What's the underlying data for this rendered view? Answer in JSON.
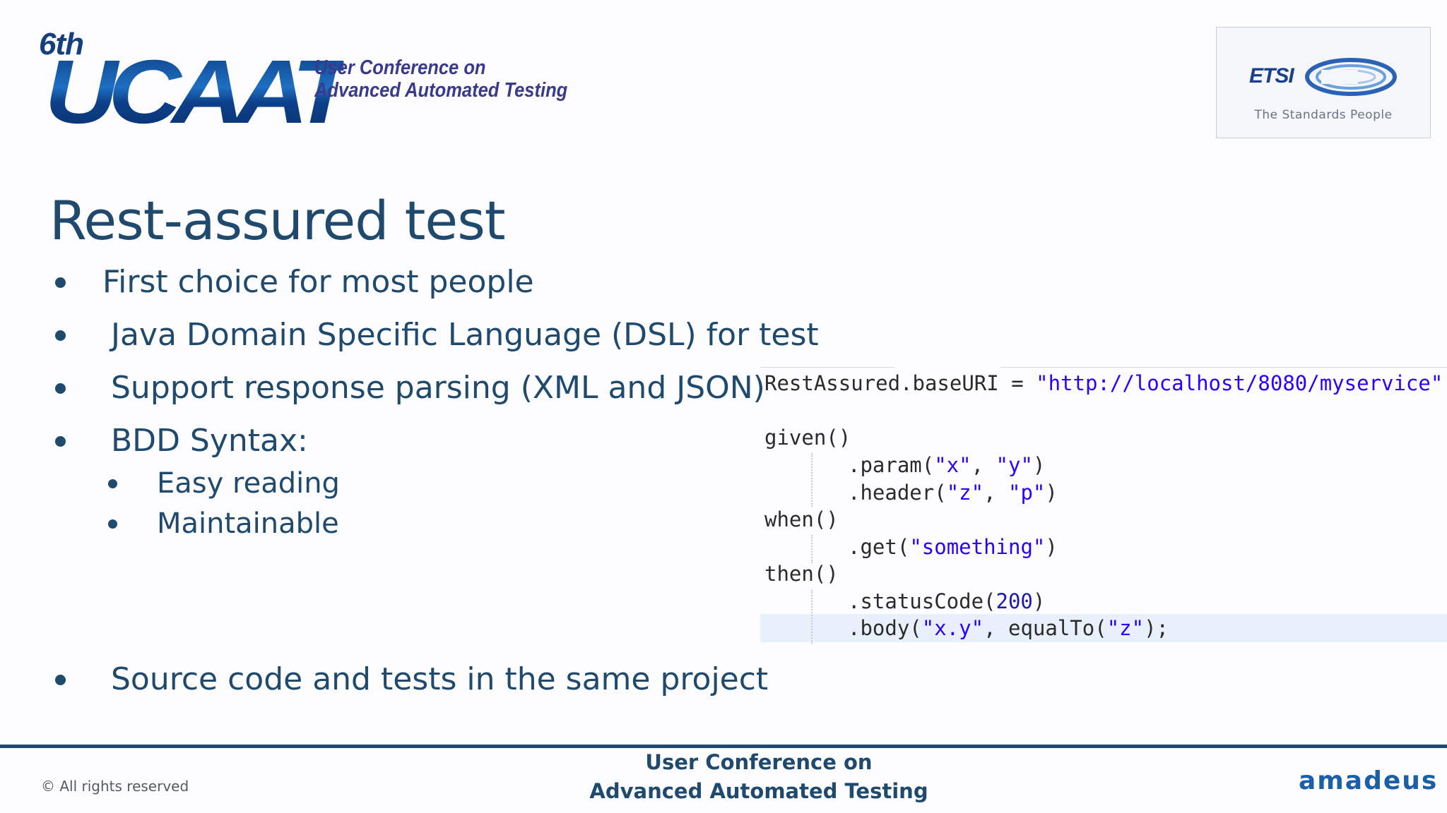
{
  "header": {
    "ucaat_logo": {
      "edition": "6th",
      "word": "UCAAT",
      "tagline_line1": "User Conference on",
      "tagline_line2": "Advanced Automated Testing"
    },
    "etsi_logo": {
      "name": "ETSI",
      "tagline": "The Standards People"
    }
  },
  "slide": {
    "title": "Rest-assured test",
    "bullets": [
      "First choice for most people",
      "Java Domain Specific Language (DSL) for test",
      "Support response parsing (XML and JSON)",
      "BDD Syntax:"
    ],
    "sub_bullets": [
      "Easy reading",
      "Maintainable"
    ],
    "last_bullet": "Source code and tests in the same project"
  },
  "code": {
    "base_uri_prefix": "RestAssured.baseURI",
    "base_uri_op": " = ",
    "base_uri_value": "\"http://localhost/8080/myservice\"",
    "given": "given()",
    "param_open": ".param(",
    "param_x": "\"x\"",
    "param_sep": ", ",
    "param_y": "\"y\"",
    "param_close": ")",
    "header_open": ".header(",
    "header_z": "\"z\"",
    "header_sep": ", ",
    "header_p": "\"p\"",
    "header_close": ")",
    "when": "when()",
    "get_open": ".get(",
    "get_arg": "\"something\"",
    "get_close": ")",
    "then": "then()",
    "status_open": ".statusCode(",
    "status_arg": "200",
    "status_close": ")",
    "body_open": ".body(",
    "body_arg1": "\"x.y\"",
    "body_mid": ", equalTo(",
    "body_arg2": "\"z\"",
    "body_close": ");"
  },
  "footer": {
    "copyright": "© All rights reserved",
    "conference_line1": "User Conference on",
    "conference_line2": "Advanced Automated Testing",
    "brand": "amadeus"
  },
  "colors": {
    "title_text": "#1f4a6e",
    "code_string": "#2a00ff",
    "footer_rule": "#1f4a6e",
    "brand": "#1a5fa8"
  }
}
